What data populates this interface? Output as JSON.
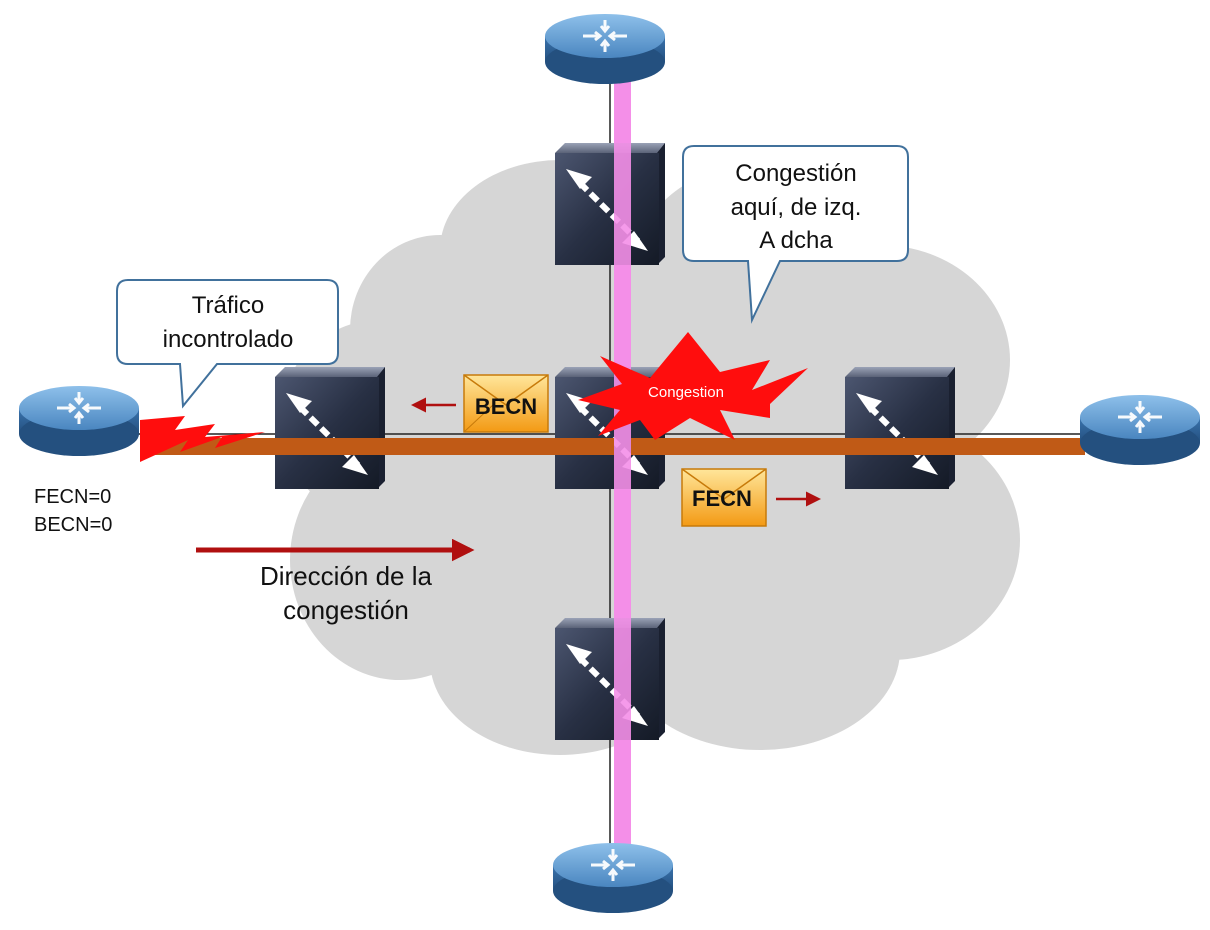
{
  "callouts": {
    "traffic": [
      "Tráfico",
      "incontrolado"
    ],
    "congestion_here": [
      "Congestión",
      "aquí, de izq.",
      "A dcha"
    ]
  },
  "burst_label": "Congestion",
  "becn_envelope": "BECN",
  "fecn_envelope": "FECN",
  "router_status": [
    "FECN=0",
    "BECN=0"
  ],
  "direction_label": [
    "Dirección de la",
    "congestión"
  ],
  "colors": {
    "router_blue": "#4a86c0",
    "horizontal_link": "#c05a16",
    "vertical_link": "#f48fe8",
    "burst_red": "#ff0d0d",
    "arrow_darkred": "#b01010",
    "cloud_gray": "#d6d6d6",
    "callout_border": "#41719c",
    "envelope_orange": "#f7a21a"
  }
}
